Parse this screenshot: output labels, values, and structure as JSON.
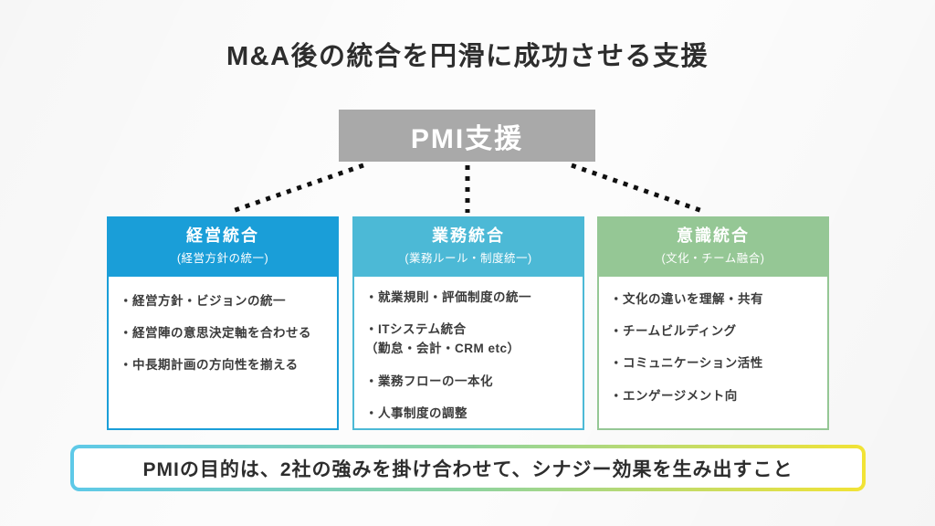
{
  "title": "M&A後の統合を円滑に成功させる支援",
  "root_box": {
    "label": "PMI支援",
    "bg_color": "#a9a9a9",
    "text_color": "#ffffff"
  },
  "connector_color": "#111111",
  "columns": [
    {
      "title": "経営統合",
      "subtitle": "(経営方針の統一)",
      "color": "#1a9ed8",
      "items": [
        "・経営方針・ビジョンの統一",
        "・経営陣の意思決定軸を合わせる",
        "・中長期計画の方向性を揃える"
      ]
    },
    {
      "title": "業務統合",
      "subtitle": "(業務ルール・制度統一)",
      "color": "#4cb9d6",
      "items": [
        "・就業規則・評価制度の統一",
        "・ITシステム統合",
        "（勤怠・会計・CRM etc）",
        "・業務フローの一本化",
        "・人事制度の調整"
      ]
    },
    {
      "title": "意識統合",
      "subtitle": "(文化・チーム融合)",
      "color": "#95c795",
      "items": [
        "・文化の違いを理解・共有",
        "・チームビルディング",
        "・コミュニケーション活性",
        "・エンゲージメント向"
      ]
    }
  ],
  "footer": {
    "text": "PMIの目的は、2社の強みを掛け合わせて、シナジー効果を生み出すこと",
    "border_gradient": [
      "#5ec9e8",
      "#8ed3a0",
      "#f2e335"
    ]
  }
}
